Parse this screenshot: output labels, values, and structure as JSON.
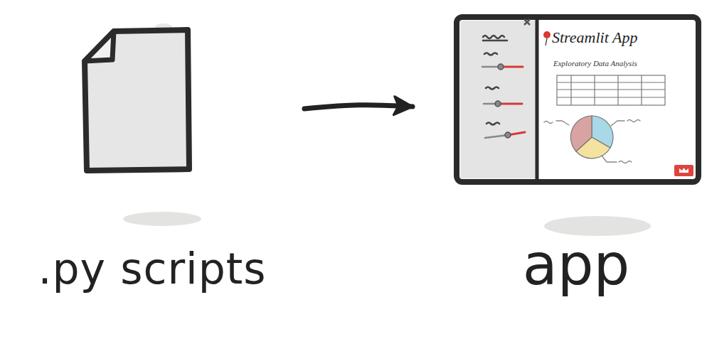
{
  "diagram": {
    "nodes": [
      {
        "text": [
          ".py scripts"
        ]
      },
      {
        "text": [
          "Streamlit App",
          "Exploratory Data Analysis",
          "app"
        ]
      }
    ],
    "edges": [
      {
        "from": 0,
        "to": 1,
        "arrow": "to"
      }
    ]
  }
}
